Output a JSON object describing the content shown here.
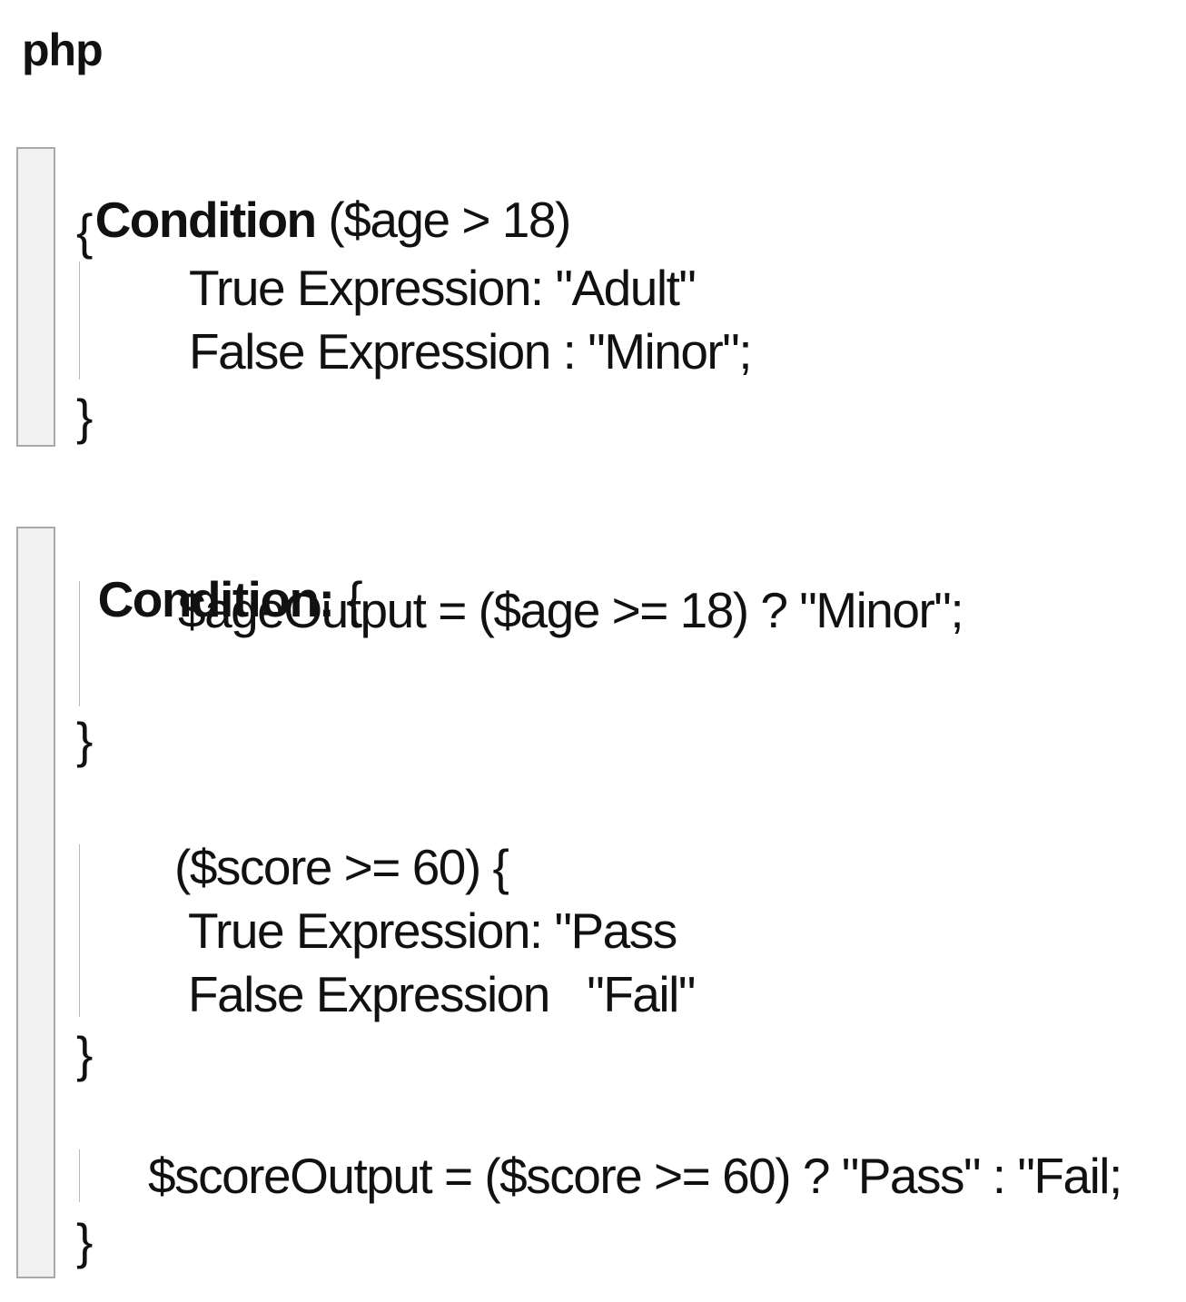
{
  "header": {
    "language": "php"
  },
  "block1": {
    "keyword": "Condition",
    "condition": " ($age > 18)",
    "open_brace": "{",
    "line1": "True Expression: \"Adult\"",
    "line2": "False Expression : \"Minor\";",
    "close_brace": "}"
  },
  "block2": {
    "keyword": "Condition:",
    "open_brace": " {",
    "line1": "$ageOutput = ($age >= 18) ? \"Minor\";",
    "close_brace": "}"
  },
  "block3": {
    "header": "($score >= 60) {",
    "line1": "True Expression: \"Pass",
    "line2": "False Expression   \"Fail\"",
    "close_brace": "}"
  },
  "block4": {
    "line1": "$scoreOutput = ($score >= 60) ? \"Pass\" : \"Fail;",
    "close_brace": "}"
  }
}
